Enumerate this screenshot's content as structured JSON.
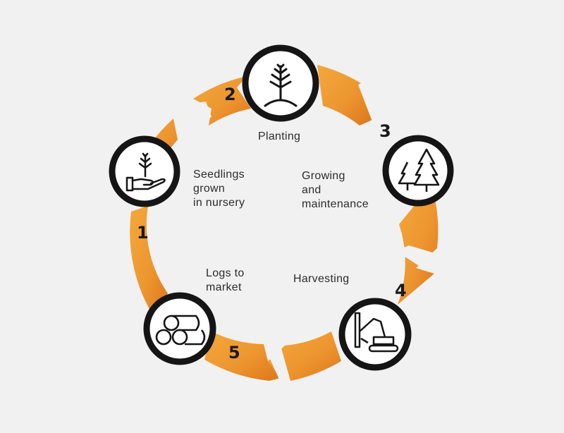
{
  "colors": {
    "background": "#f2f1f2",
    "ring_light": "#f2a33a",
    "ring_dark": "#e07f1d",
    "badge_ring": "#151515",
    "badge_fill": "#ffffff",
    "number": "#1a1a1a"
  },
  "stages": [
    {
      "number": "1",
      "label": "Seedlings\ngrown\nin nursery",
      "icon": "hand-seedling-icon"
    },
    {
      "number": "2",
      "label": "Planting",
      "icon": "planted-sapling-icon"
    },
    {
      "number": "3",
      "label": "Growing\nand\nmaintenance",
      "icon": "pine-trees-icon"
    },
    {
      "number": "4",
      "label": "Harvesting",
      "icon": "excavator-icon"
    },
    {
      "number": "5",
      "label": "Logs to\nmarket",
      "icon": "logs-icon"
    }
  ]
}
